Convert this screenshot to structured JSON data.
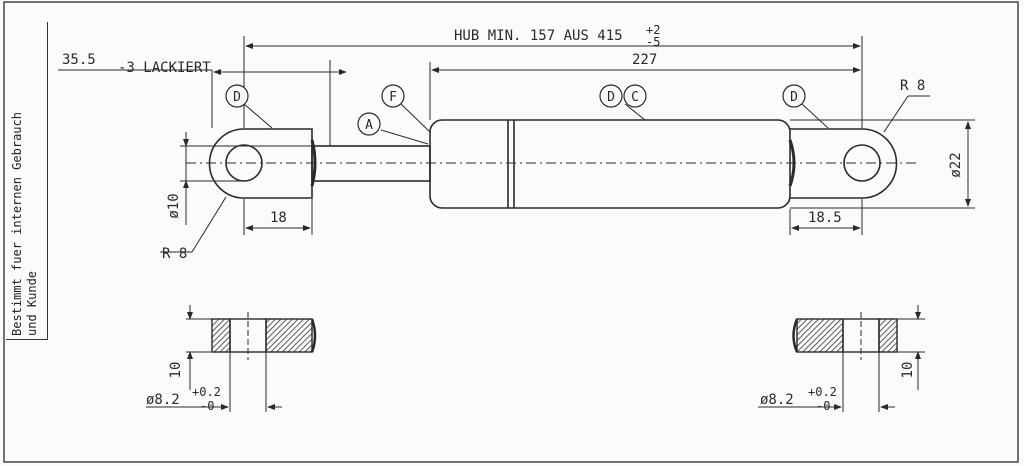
{
  "side_note": {
    "line1": "Bestimmt fuer internen Gebrauch",
    "line2": "und Kunde"
  },
  "dimensions": {
    "stroke": "HUB MIN. 157 AUS 415",
    "stroke_tol_plus": "+2",
    "stroke_tol_minus": "-5",
    "body_length": "227",
    "left_offset": "35.5",
    "paint_note": "-3 LACKIERT",
    "eye_left_length": "18",
    "eye_right_length": "18.5",
    "eye_left_dia": "ø10",
    "body_dia": "ø22",
    "radius_left": "R 8",
    "radius_right": "R 8",
    "section_left_height": "10",
    "section_right_height": "10",
    "hole_left": "ø8.2",
    "hole_right": "ø8.2",
    "hole_tol_plus": "+0.2",
    "hole_tol_minus": "-0"
  },
  "callouts": {
    "d1": "D",
    "f": "F",
    "a": "A",
    "d2": "D",
    "c": "C",
    "d3": "D"
  },
  "colors": {
    "line": "#2a2a2a",
    "paper": "#fbfbf9"
  }
}
